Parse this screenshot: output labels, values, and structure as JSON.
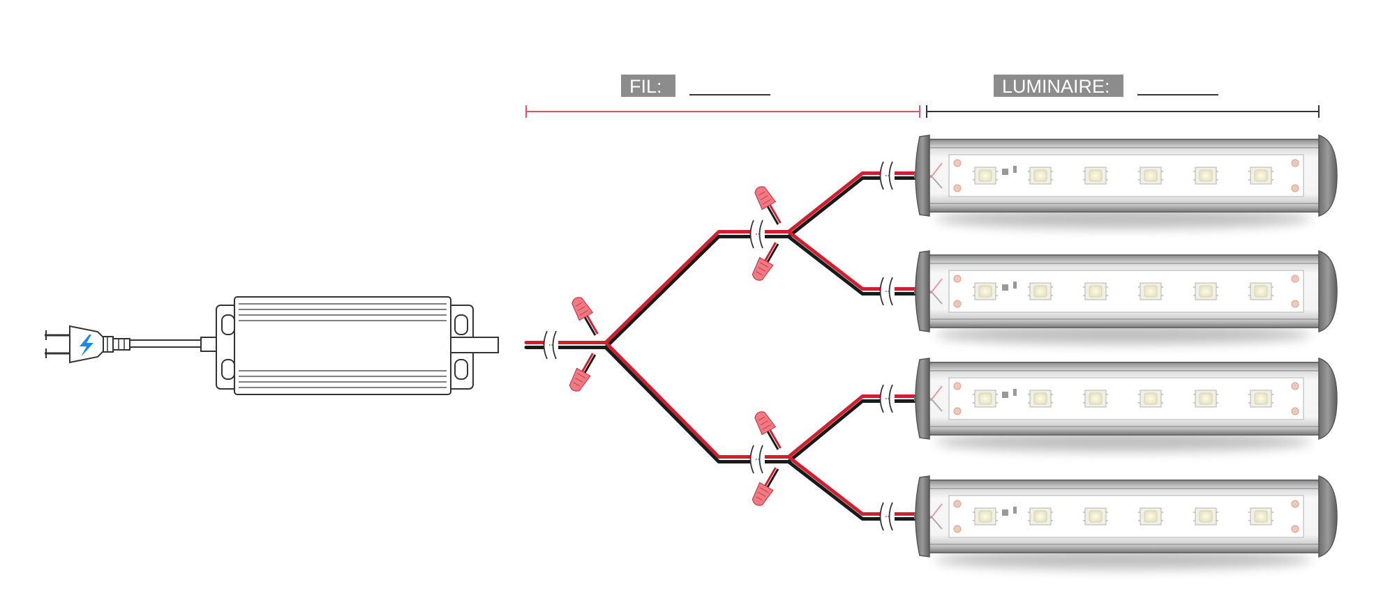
{
  "labels": {
    "wire": "FIL:",
    "luminaire": "LUMINAIRE:"
  },
  "icons": {
    "power_plug": "lightning-bolt-icon"
  },
  "colors": {
    "wire_red": "#d0202f",
    "wire_black": "#1a1a1a",
    "connector": "#f07a84",
    "connector_dark": "#c93a48",
    "wire_bracket": "#e05565",
    "luminaire_bracket": "#333333",
    "label_bg": "#8c8c8c",
    "bolt": "#1e88e5"
  },
  "luminaire_count": 4,
  "leds_per_luminaire": 6
}
